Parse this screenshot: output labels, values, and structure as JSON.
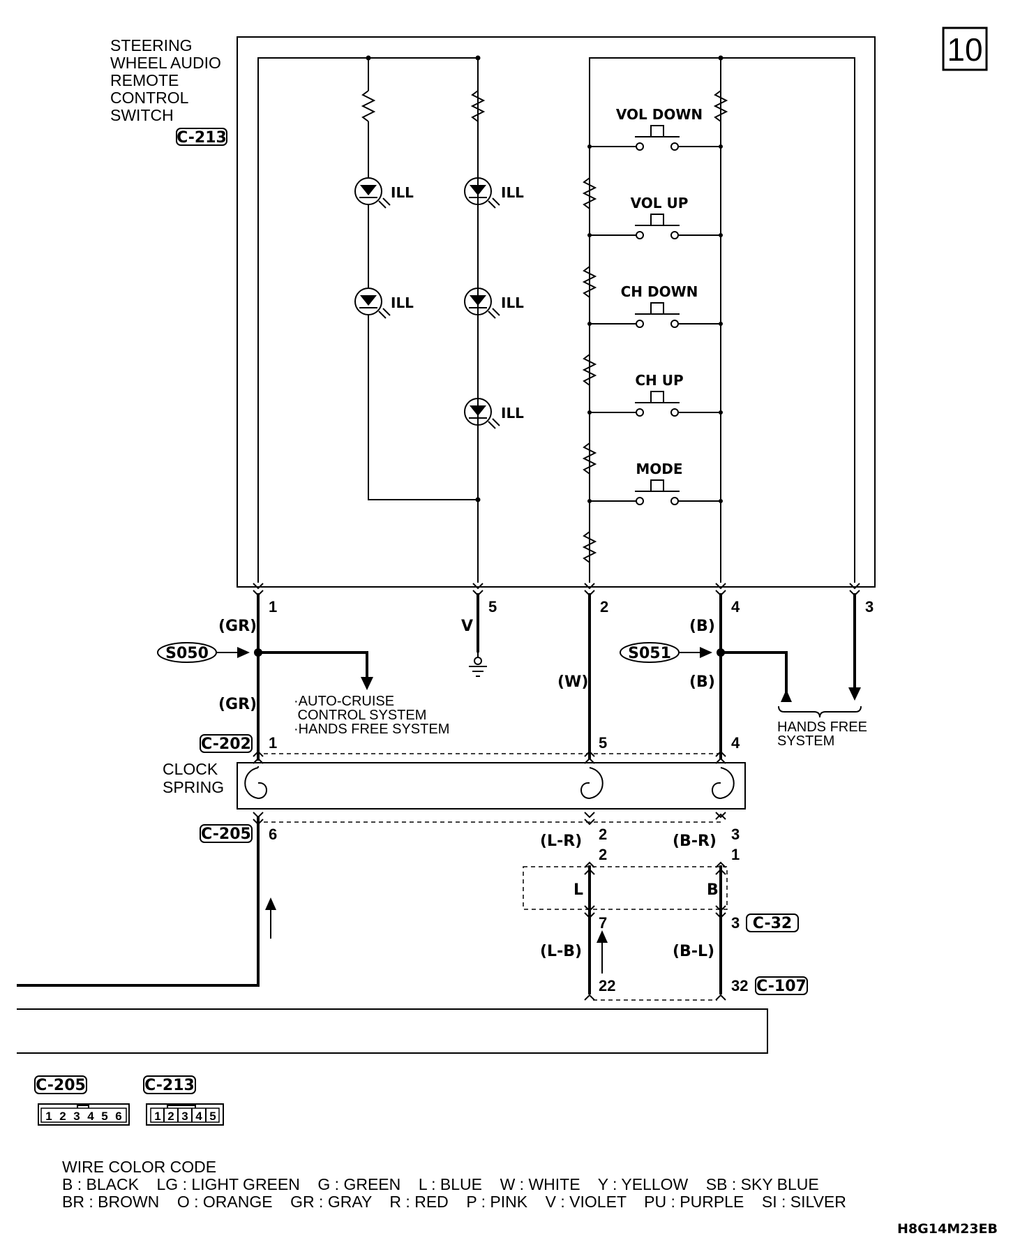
{
  "page_number": "10",
  "diagram_code": "H8G14M23EB",
  "switch_box": {
    "title_lines": [
      "STEERING",
      "WHEEL AUDIO",
      "REMOTE",
      "CONTROL",
      "SWITCH"
    ],
    "connector": "C-213",
    "buttons": [
      "VOL DOWN",
      "VOL UP",
      "CH DOWN",
      "CH UP",
      "MODE"
    ],
    "led_label": "ILL"
  },
  "pins_top": [
    "1",
    "5",
    "2",
    "4",
    "3"
  ],
  "wire_colors": {
    "gr": "(GR)",
    "v": "V",
    "w": "(W)",
    "b": "(B)",
    "lr": "(L-R)",
    "br": "(B-R)",
    "lb": "(L-B)",
    "bl": "(B-L)"
  },
  "splices": [
    "S050",
    "S051"
  ],
  "destinations": {
    "auto_cruise_lines": [
      "·AUTO-CRUISE",
      " CONTROL SYSTEM",
      "·HANDS FREE SYSTEM"
    ],
    "hands_free_lines": [
      "HANDS FREE",
      "SYSTEM"
    ]
  },
  "clock_spring": {
    "label_lines": [
      "CLOCK",
      "SPRING"
    ],
    "top_connector": "C-202",
    "top_pins": [
      "1",
      "5",
      "4"
    ],
    "bottom_connector": "C-205",
    "bottom_pins": [
      "6",
      "2",
      "3"
    ]
  },
  "intermediate": {
    "pins_in": [
      "2",
      "1"
    ],
    "letters": [
      "L",
      "B"
    ],
    "pins_out": [
      "7",
      "3"
    ],
    "connector": "C-32"
  },
  "c107": {
    "connector": "C-107",
    "pins": [
      "22",
      "32"
    ]
  },
  "connector_views": [
    {
      "name": "C-205",
      "pins": [
        "1",
        "2",
        "3",
        "4",
        "5",
        "6"
      ]
    },
    {
      "name": "C-213",
      "pins": [
        "1",
        "2",
        "3",
        "4",
        "5"
      ]
    }
  ],
  "wire_color_code": {
    "title": "WIRE COLOR CODE",
    "row1": "B : BLACK    LG : LIGHT GREEN    G : GREEN    L : BLUE    W : WHITE    Y : YELLOW    SB : SKY BLUE",
    "row2": "BR : BROWN    O : ORANGE    GR : GRAY    R : RED    P : PINK    V : VIOLET    PU : PURPLE    SI : SILVER"
  }
}
